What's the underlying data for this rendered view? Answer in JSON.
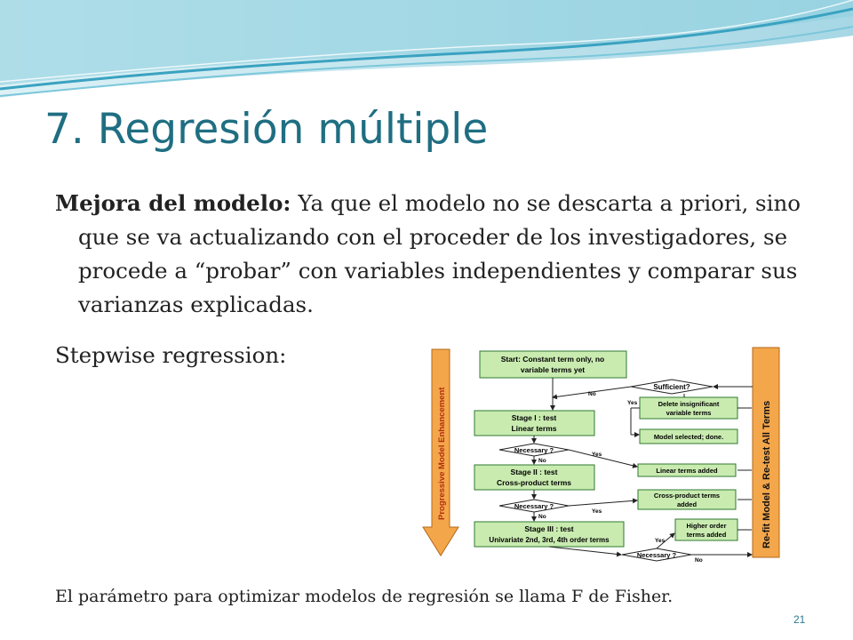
{
  "slide": {
    "title": "7. Regresión múltiple",
    "para_bold": "Mejora del modelo:",
    "para_text": "Ya que el modelo no se descarta a priori, sino que se va actualizando con el proceder de los investigadores, se procede a “probar” con variables independientes y comparar sus varianzas explicadas.",
    "stepwise_label": "Stepwise regression:",
    "footer": "El parámetro para optimizar modelos de regresión se llama F de Fisher.",
    "page_number": "21"
  },
  "diagram": {
    "left_arrow_label": "Progressive Model Enhancement",
    "right_bar_label": "Re-fit Model & Re-test All Terms",
    "start_line1": "Start: Constant term only, no",
    "start_line2": "variable terms yet",
    "sufficient": "Sufficient?",
    "delete_line1": "Delete insignificant",
    "delete_line2": "variable terms",
    "stage1_line1": "Stage I : test",
    "stage1_line2": "Linear terms",
    "model_selected": "Model selected; done.",
    "necessary": "Necessary ?",
    "stage2_line1": "Stage II : test",
    "stage2_line2": "Cross-product terms",
    "linear_added": "Linear terms added",
    "cross_line1": "Cross-product terms",
    "cross_line2": "added",
    "stage3_line1": "Stage III : test",
    "stage3_line2": "Univariate 2nd, 3rd, 4th order terms",
    "higher_line1": "Higher order",
    "higher_line2": "terms added",
    "yes": "Yes",
    "no": "No",
    "colors": {
      "box_green": "#c9ebb0",
      "box_border": "#2f7a2f",
      "bar_orange": "#f4a64b"
    }
  }
}
